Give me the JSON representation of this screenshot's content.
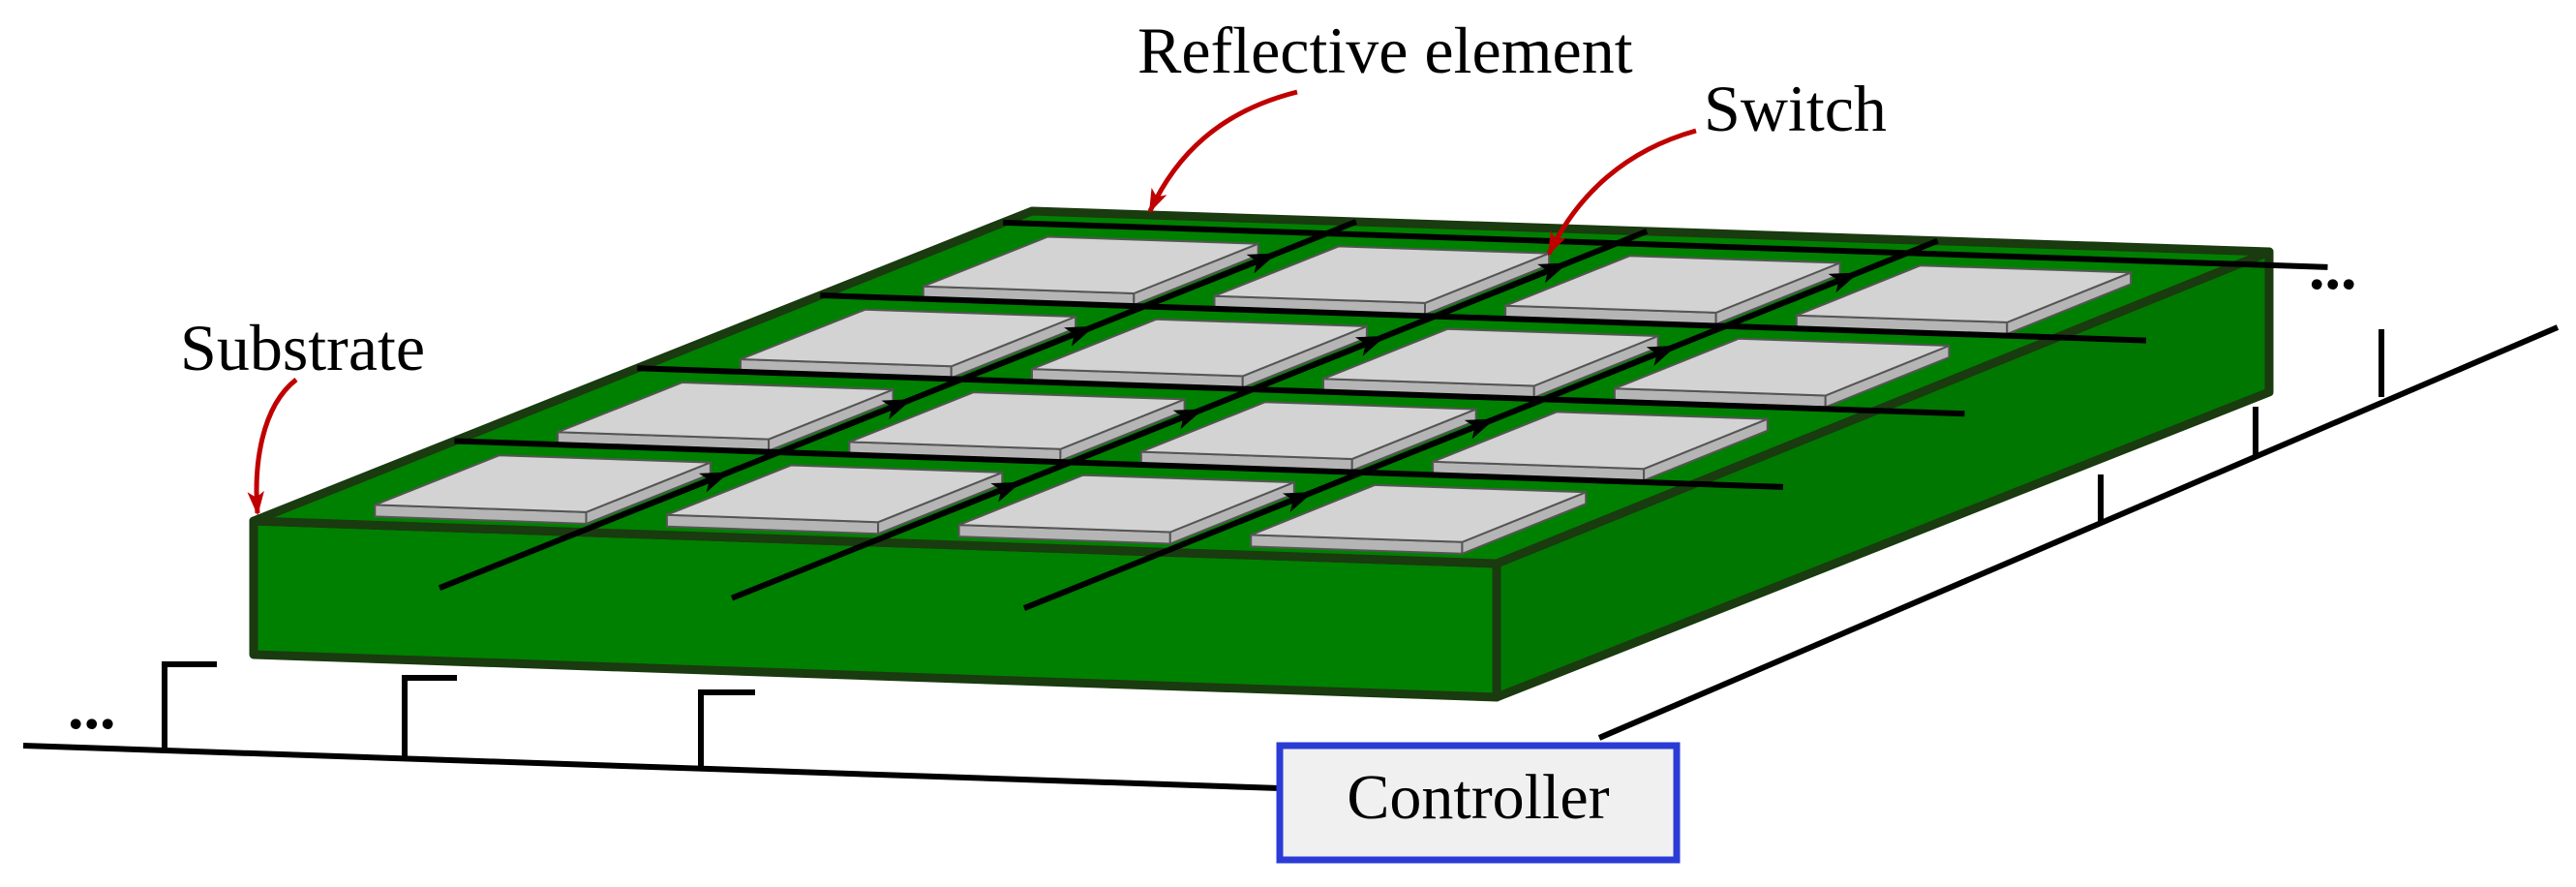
{
  "labels": {
    "reflective_element": "Reflective element",
    "switch": "Switch",
    "substrate": "Substrate",
    "controller": "Controller",
    "ellipsis_left": "...",
    "ellipsis_right": "..."
  },
  "grid": {
    "rows": 4,
    "columns": 4
  },
  "colors": {
    "substrate_top": "#008000",
    "substrate_side": "#007700",
    "substrate_edge": "#1a3a10",
    "element_face": "#d3d3d3",
    "element_side": "#b5b5b5",
    "annotation_arrow": "#c00000",
    "controller_border": "#2b3bd6",
    "controller_fill": "#f0f0f0"
  }
}
